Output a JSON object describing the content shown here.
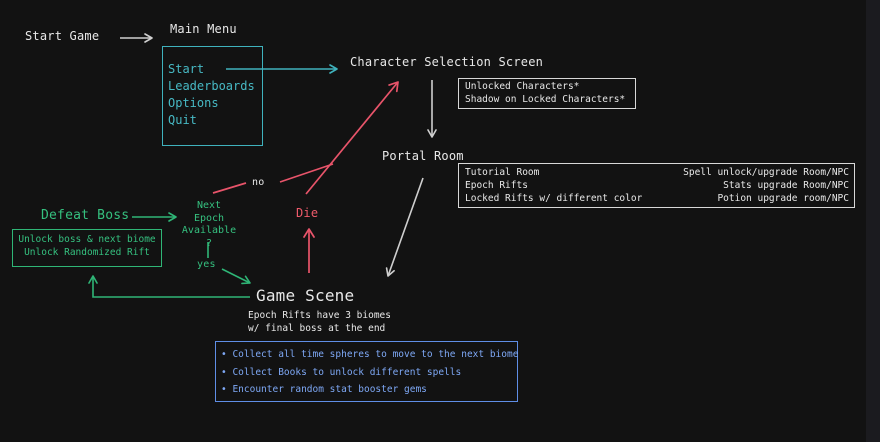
{
  "start": "Start Game",
  "main_menu": {
    "title": "Main Menu",
    "items": [
      "Start",
      "Leaderboards",
      "Options",
      "Quit"
    ]
  },
  "character_selection": {
    "title": "Character Selection Screen",
    "notes": [
      "Unlocked Characters*",
      "Shadow on Locked Characters*"
    ]
  },
  "portal_room": {
    "title": "Portal Room",
    "left": [
      "Tutorial Room",
      "Epoch Rifts",
      "Locked Rifts w/ different color"
    ],
    "right": [
      "Spell unlock/upgrade Room/NPC",
      "Stats upgrade Room/NPC",
      "Potion upgrade room/NPC"
    ]
  },
  "decision": {
    "lines": [
      "Next",
      "Epoch",
      "Available ?"
    ],
    "no": "no",
    "yes": "yes"
  },
  "die": "Die",
  "defeat_boss": {
    "title": "Defeat Boss",
    "lines": [
      "Unlock boss & next biome",
      "Unlock Randomized Rift"
    ]
  },
  "game_scene": {
    "title": "Game Scene",
    "subtitle": [
      "Epoch Rifts have 3 biomes",
      "w/ final boss at the end"
    ],
    "bullets": [
      "• Collect all time spheres to move to the next biome",
      "• Collect Books to unlock different spells",
      "• Encounter random stat booster gems"
    ]
  },
  "colors": {
    "background": "#121212",
    "teal": "#47b9c4",
    "green": "#35c07f",
    "red": "#ef5b6b",
    "blue": "#7ea8f5",
    "white": "#e8e8e8"
  }
}
